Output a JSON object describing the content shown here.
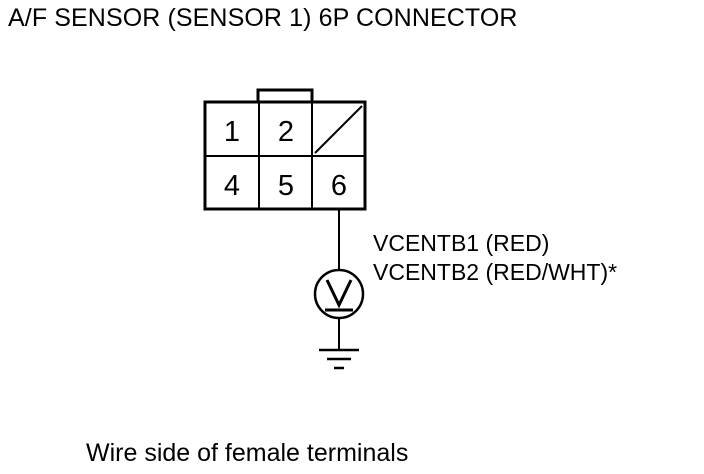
{
  "title": "A/F SENSOR (SENSOR 1) 6P CONNECTOR",
  "connector": {
    "terminals": [
      "1",
      "2",
      "4",
      "5",
      "6"
    ],
    "empty_cavity": "3"
  },
  "wires": {
    "line1": "VCENTB1 (RED)",
    "line2": "VCENTB2 (RED/WHT)*"
  },
  "meter_symbol": "V",
  "caption": "Wire side of female terminals",
  "colors": {
    "ink": "#000000",
    "background": "#ffffff"
  }
}
